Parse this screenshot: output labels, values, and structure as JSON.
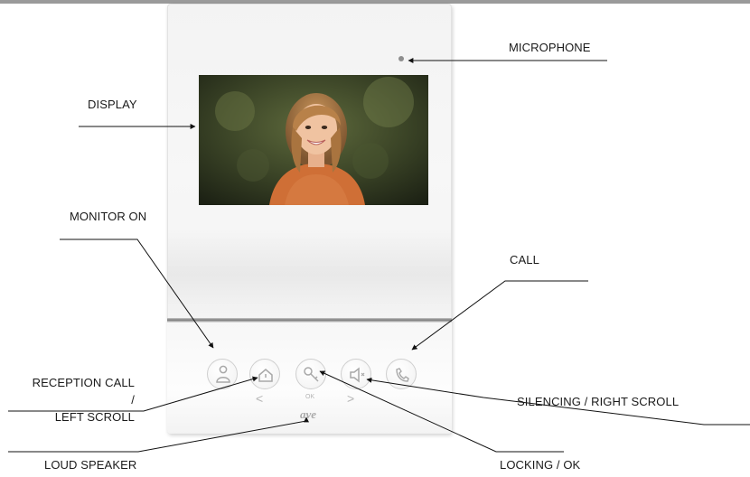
{
  "labels": {
    "microphone": "MICROPHONE",
    "display": "DISPLAY",
    "monitor_on": "MONITOR ON",
    "call": "CALL",
    "reception": "RECEPTION CALL /\nLEFT SCROLL",
    "silencing": "SILENCING / RIGHT SCROLL",
    "loud_speaker": "LOUD SPEAKER",
    "locking": "LOCKING / OK"
  },
  "panel": {
    "ok_text": "OK",
    "left_glyph": "<",
    "right_glyph": ">",
    "logo": "ave"
  },
  "icons": [
    "person-icon",
    "home-icon",
    "key-icon",
    "speaker-icon",
    "phone-icon"
  ]
}
